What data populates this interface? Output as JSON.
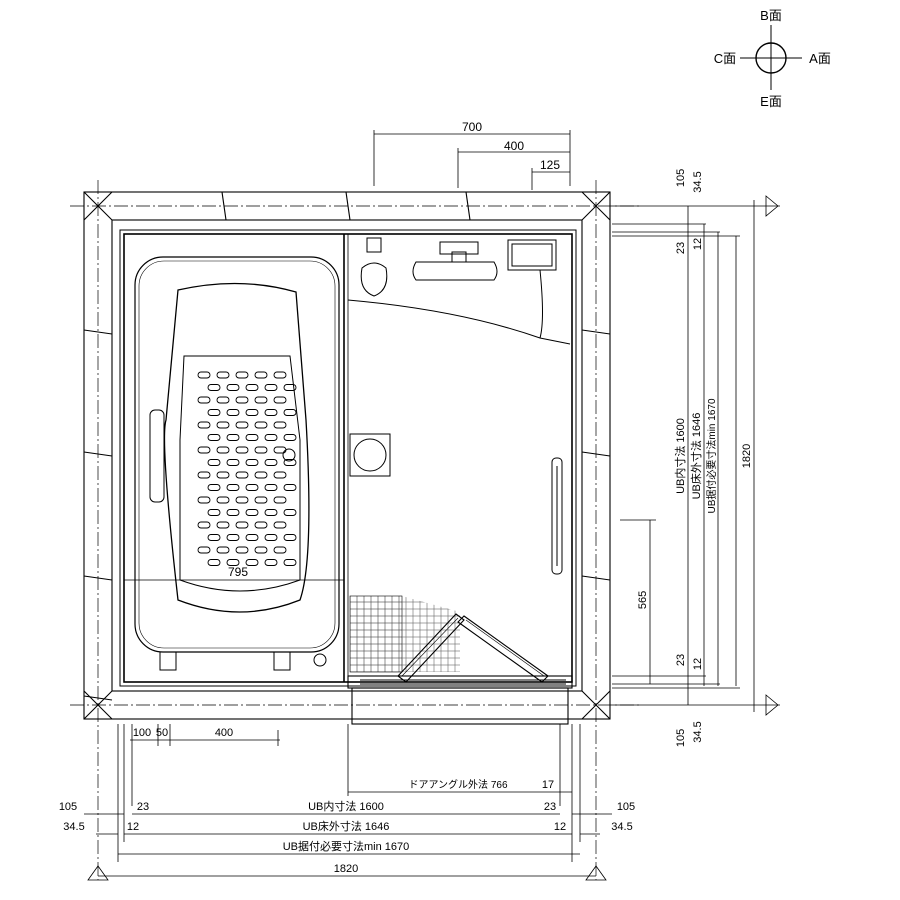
{
  "compass": {
    "top": "B面",
    "left": "C面",
    "right": "A面",
    "bottom": "E面"
  },
  "top_dims": {
    "d700": "700",
    "d400": "400",
    "d125": "125"
  },
  "right_dims": {
    "d105_top": "105",
    "d34_5_top": "34.5",
    "d23_top": "23",
    "d12_top": "12",
    "ub_inner": "UB内寸法 1600",
    "ub_outer": "UB床外寸法 1646",
    "ub_install": "UB据付必要寸法min 1670",
    "d1820": "1820",
    "d565": "565",
    "d23_bot": "23",
    "d12_bot": "12",
    "d105_bot": "105",
    "d34_5_bot": "34.5"
  },
  "tub": {
    "d795": "795"
  },
  "bottom_dims": {
    "d100": "100",
    "d50": "50",
    "d400": "400",
    "door_frame": "ドアアングル外法 766",
    "d17": "17",
    "d105_l": "105",
    "d34_5_l": "34.5",
    "d23_l": "23",
    "d12_l": "12",
    "ub_inner": "UB内寸法 1600",
    "d23_r": "23",
    "d12_r": "12",
    "d105_r": "105",
    "d34_5_r": "34.5",
    "ub_outer": "UB床外寸法 1646",
    "ub_install": "UB据付必要寸法min 1670",
    "d1820": "1820"
  }
}
